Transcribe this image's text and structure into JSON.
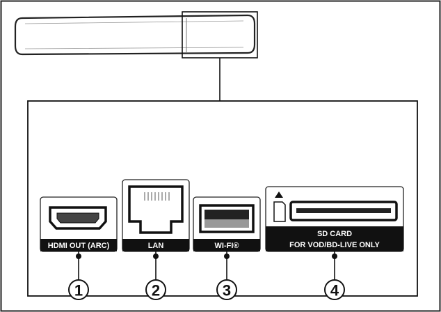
{
  "ports": [
    {
      "number": "1",
      "label": "HDMI OUT (ARC)",
      "icon": "hdmi-port-icon"
    },
    {
      "number": "2",
      "label": "LAN",
      "icon": "ethernet-port-icon"
    },
    {
      "number": "3",
      "label": "WI-FI®",
      "icon": "usb-port-icon"
    },
    {
      "number": "4",
      "label_line1": "SD CARD",
      "label_line2": "FOR VOD/BD-LIVE ONLY",
      "icon": "sd-card-slot-icon"
    }
  ],
  "colors": {
    "line": "#1a1a1a",
    "label_bg": "#111111",
    "label_text": "#ffffff"
  }
}
